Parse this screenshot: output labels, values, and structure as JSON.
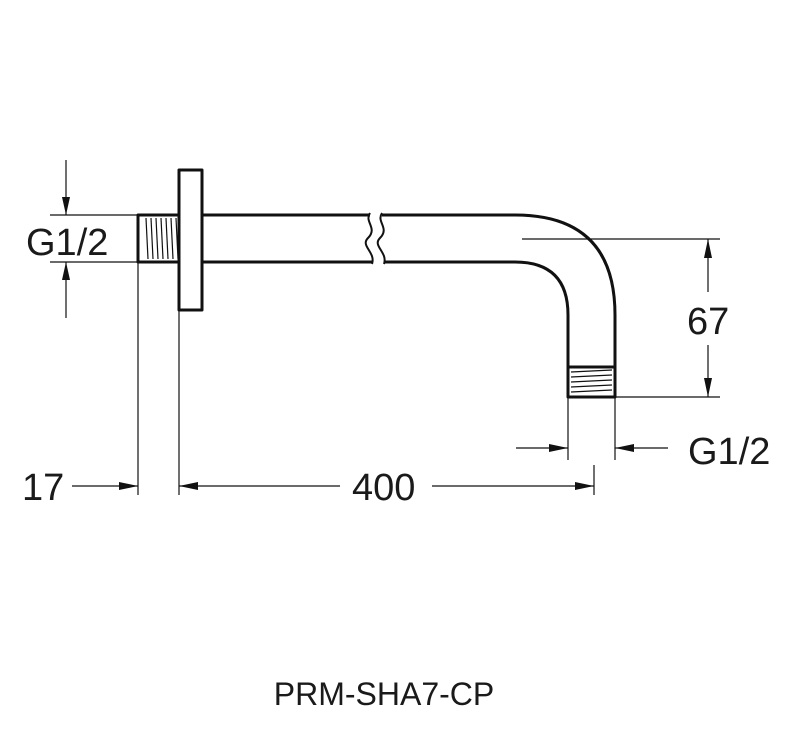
{
  "drawing": {
    "model_code": "PRM-SHA7-CP",
    "dimensions": {
      "inlet_thread": "G1/2",
      "outlet_thread": "G1/2",
      "flange_offset": "17",
      "arm_length": "400",
      "drop_height": "67"
    }
  },
  "colors": {
    "line": "#111111",
    "background": "#ffffff"
  }
}
